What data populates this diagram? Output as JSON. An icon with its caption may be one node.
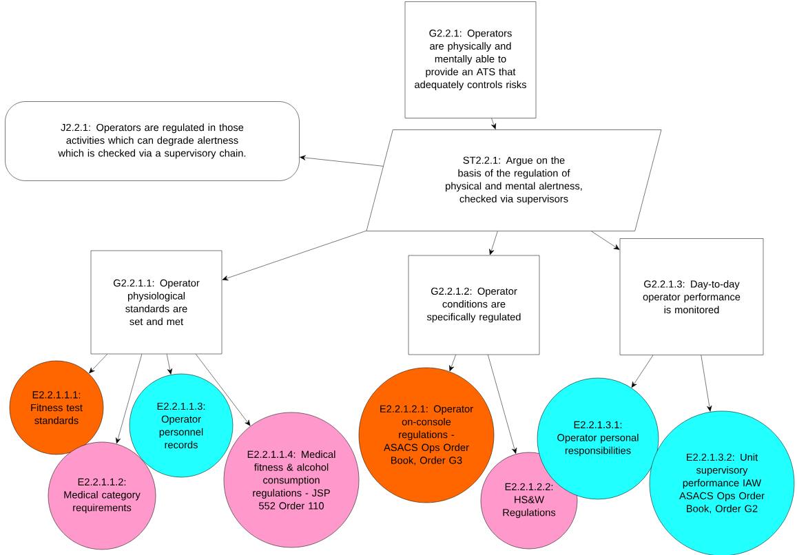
{
  "diagram": {
    "nodes": [
      {
        "text": [
          "G2.2.1: Operators are physically and mentally able to provide an ATS that adequately controls risks"
        ]
      },
      {
        "text": [
          "J2.2.1: Operators are regulated in those activities which can degrade alertness which is checked via a supervisory chain."
        ]
      },
      {
        "text": [
          "ST2.2.1: Argue on the basis of the regulation of physical and mental alertness, checked via supervisors"
        ]
      },
      {
        "text": [
          "G2.2.1.1: Operator physiological standards are set and met"
        ]
      },
      {
        "text": [
          "G2.2.1.2: Operator conditions are specifically regulated"
        ]
      },
      {
        "text": [
          "G2.2.1.3: Day-to-day operator performance is monitored"
        ]
      },
      {
        "text": [
          "E2.2.1.1.1: Fitness test standards"
        ]
      },
      {
        "text": [
          "E2.2.1.1.2: Medical category requirements"
        ]
      },
      {
        "text": [
          "E2.2.1.1.3: Operator personnel records"
        ]
      },
      {
        "text": [
          "E2.2.1.1.4: Medical fitness & alcohol consumption regulations - JSP 552 Order 110"
        ]
      },
      {
        "text": [
          "E2.2.1.2.1: Operator on-console regulations - ASACS Ops Order Book, Order G3"
        ]
      },
      {
        "text": [
          "E2.2.1.2.2: HS&W Regulations"
        ]
      },
      {
        "text": [
          "E2.2.1.3.1: Operator personal responsibilities"
        ]
      },
      {
        "text": [
          "E2.2.1.3.2: Unit supervisory performance IAW ASACS Ops Order Book, Order G2"
        ]
      }
    ],
    "edges": [
      {
        "from": 0,
        "to": 2,
        "arrow": "to"
      },
      {
        "from": 2,
        "to": 1,
        "arrow": "to"
      },
      {
        "from": 2,
        "to": 3,
        "arrow": "to"
      },
      {
        "from": 2,
        "to": 4,
        "arrow": "to"
      },
      {
        "from": 2,
        "to": 5,
        "arrow": "to"
      },
      {
        "from": 3,
        "to": 6,
        "arrow": "to"
      },
      {
        "from": 3,
        "to": 7,
        "arrow": "to"
      },
      {
        "from": 3,
        "to": 8,
        "arrow": "to"
      },
      {
        "from": 3,
        "to": 9,
        "arrow": "to"
      },
      {
        "from": 4,
        "to": 10,
        "arrow": "to"
      },
      {
        "from": 4,
        "to": 11,
        "arrow": "to"
      },
      {
        "from": 5,
        "to": 12,
        "arrow": "to"
      },
      {
        "from": 5,
        "to": 13,
        "arrow": "to"
      }
    ]
  }
}
